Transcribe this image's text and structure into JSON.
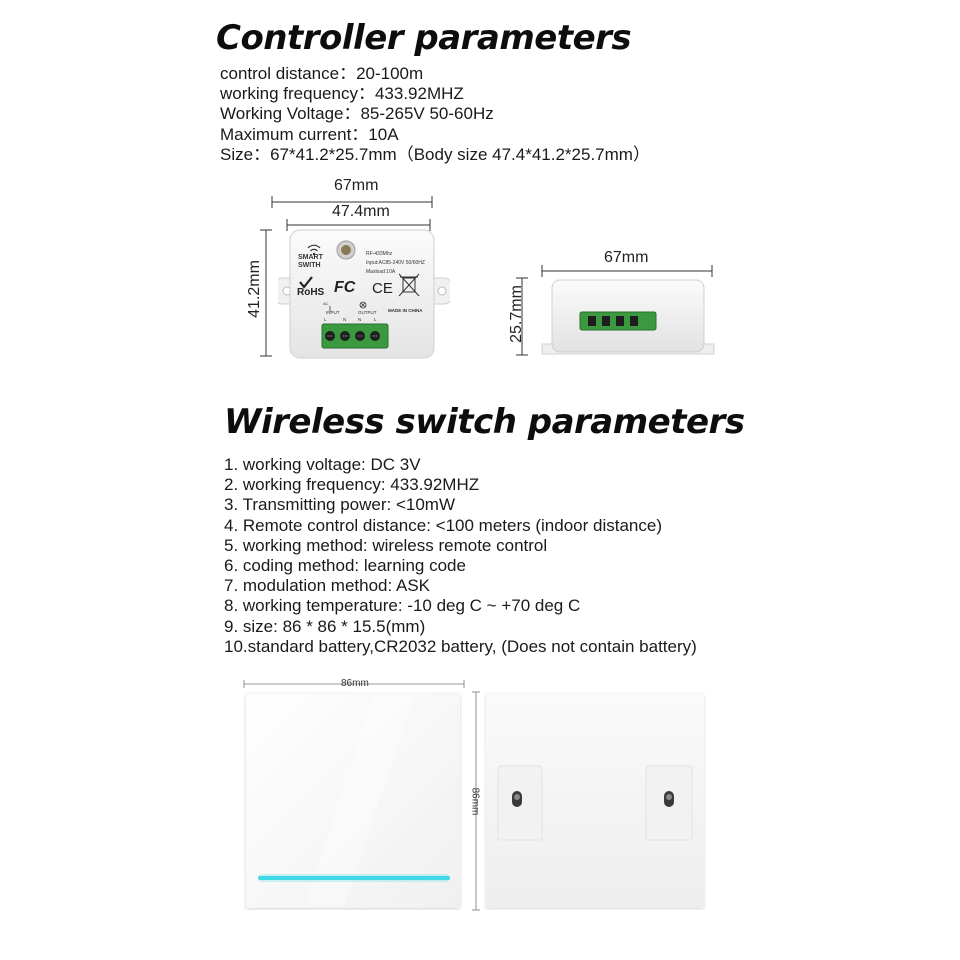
{
  "controller": {
    "heading": "Controller parameters",
    "params": [
      "control distance：20-100m",
      "working frequency：433.92MHZ",
      "Working Voltage：85-265V 50-60Hz",
      "Maximum current：10A",
      "Size：67*41.2*25.7mm（Body size 47.4*41.2*25.7mm）"
    ],
    "dimensions": {
      "overall_width": "67mm",
      "body_width": "47.4mm",
      "height": "41.2mm",
      "side_width": "67mm",
      "depth": "25.7mm"
    },
    "device_label": {
      "brand_line1": "SMART",
      "brand_line2": "SWITH",
      "rf": "RF-433Mhz",
      "input": "Input:AC85-240V 50/60HZ",
      "maxload": "Maxload:10A",
      "rohs": "RoHS",
      "fc": "FC",
      "ce": "CE",
      "made_in": "MADE IN CHINA",
      "input_terminal": "INPUT",
      "output_terminal": "OUTPUT",
      "ac": "AC",
      "l1": "L",
      "n1": "N",
      "n2": "N",
      "l2": "L"
    }
  },
  "wireless": {
    "heading": "Wireless switch parameters",
    "params": [
      "1. working voltage: DC 3V",
      "2. working frequency: 433.92MHZ",
      "3. Transmitting power: <10mW",
      "4. Remote control distance: <100 meters (indoor distance)",
      "5. working method: wireless remote control",
      "6. coding method: learning code",
      "7. modulation method: ASK",
      "8. working temperature: -10 deg C ~ +70 deg C",
      "9. size: 86 * 86 * 15.5(mm)",
      "10.standard battery,CR2032 battery, (Does not contain battery)"
    ],
    "dimensions": {
      "width": "86mm",
      "height": "86mm"
    }
  },
  "colors": {
    "led_strip": "#3fd8e6",
    "terminal_green": "#3b9a3f",
    "panel_white": "#fafafa"
  }
}
